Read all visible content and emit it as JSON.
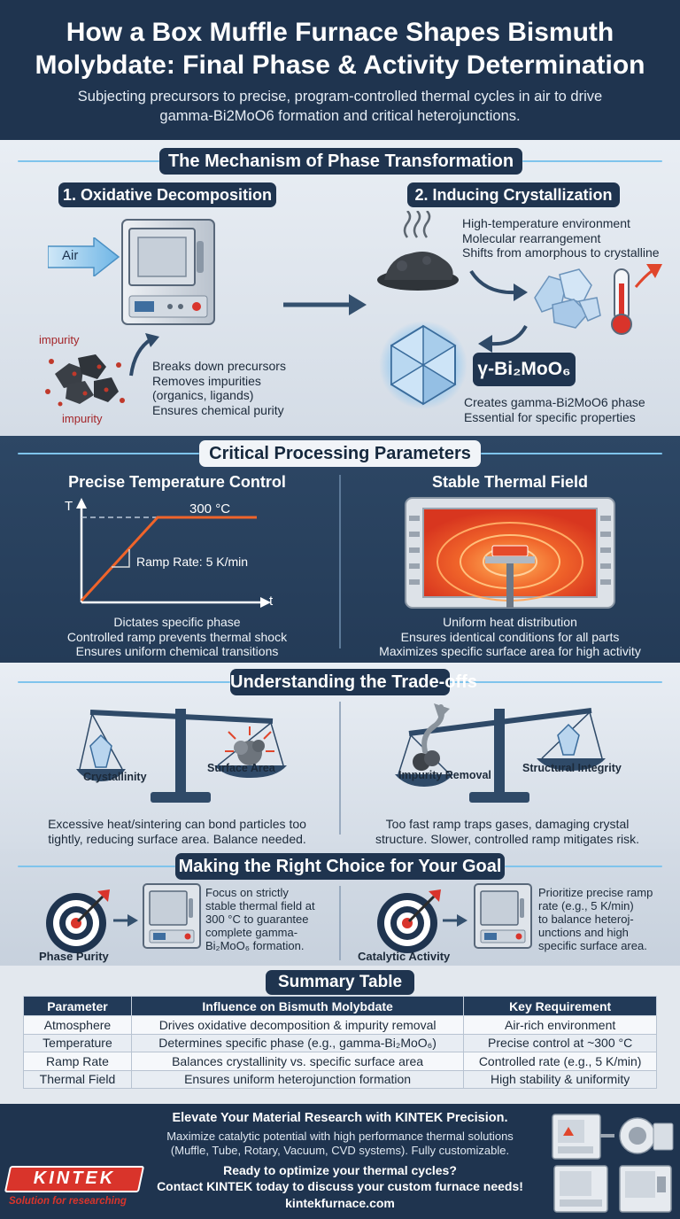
{
  "header": {
    "title_line1": "How a Box Muffle Furnace Shapes Bismuth",
    "title_line2": "Molybdate: Final Phase & Activity Determination",
    "subtitle_line1": "Subjecting precursors to precise, program-controlled thermal cycles in air to drive",
    "subtitle_line2": "gamma-Bi2MoO6 formation and critical heterojunctions."
  },
  "mechanism": {
    "title": "The Mechanism of Phase Transformation",
    "step1_title": "1. Oxidative Decomposition",
    "step2_title": "2. Inducing Crystallization",
    "air_label": "Air",
    "impurity_label": "impurity",
    "step1_points": [
      "Breaks down precursors",
      "Removes impurities",
      "(organics, ligands)",
      "Ensures chemical purity"
    ],
    "step2_points": [
      "High-temperature environment",
      "Molecular rearrangement",
      "Shifts from amorphous to crystalline"
    ],
    "product_formula": "γ-Bi₂MoO₆",
    "product_points": [
      "Creates gamma-Bi2MoO6 phase",
      "Essential for specific properties"
    ]
  },
  "parameters": {
    "title": "Critical Processing Parameters",
    "left_title": "Precise Temperature Control",
    "right_title": "Stable Thermal Field",
    "axis_t_upper": "T",
    "axis_t_lower": "t",
    "temp_label": "300 °C",
    "ramp_label": "Ramp Rate: 5 K/min",
    "left_points": [
      "Dictates specific phase",
      "Controlled ramp prevents thermal shock",
      "Ensures uniform chemical transitions"
    ],
    "right_points": [
      "Uniform heat distribution",
      "Ensures identical conditions for all parts",
      "Maximizes specific surface area for high activity"
    ]
  },
  "tradeoffs": {
    "title": "Understanding the Trade-offs",
    "left_scale_left": "Crystallinity",
    "left_scale_right": "Surface Area",
    "right_scale_left": "Impurity Removal",
    "right_scale_right": "Structural Integrity",
    "left_text": [
      "Excessive heat/sintering can bond particles too",
      "tightly, reducing surface area. Balance needed."
    ],
    "right_text": [
      "Too fast ramp traps gases, damaging crystal",
      "structure. Slower, controlled ramp mitigates risk."
    ]
  },
  "choice": {
    "title": "Making the Right Choice for Your Goal",
    "left_goal": "Phase Purity",
    "left_text": [
      "Focus on strictly",
      "stable thermal field at",
      "300 °C to guarantee",
      "complete gamma-",
      "Bi₂MoO₆ formation."
    ],
    "right_goal": "Catalytic Activity",
    "right_text": [
      "Prioritize precise ramp",
      "rate (e.g., 5 K/min)",
      "to balance heteroj-",
      "unctions and high",
      "specific surface area."
    ]
  },
  "summary": {
    "title": "Summary Table",
    "headers": [
      "Parameter",
      "Influence on Bismuth Molybdate",
      "Key Requirement"
    ],
    "rows": [
      [
        "Atmosphere",
        "Drives oxidative decomposition & impurity removal",
        "Air-rich environment"
      ],
      [
        "Temperature",
        "Determines specific phase (e.g., gamma-Bi₂MoO₆)",
        "Precise control at ~300 °C"
      ],
      [
        "Ramp Rate",
        "Balances crystallinity vs. specific surface area",
        "Controlled rate (e.g., 5 K/min)"
      ],
      [
        "Thermal Field",
        "Ensures uniform heterojunction formation",
        "High stability & uniformity"
      ]
    ]
  },
  "footer": {
    "brand": "KINTEK",
    "tagline": "Solution for researching",
    "headline": "Elevate Your Material Research with KINTEK Precision.",
    "desc_line1": "Maximize catalytic potential with high performance thermal solutions",
    "desc_line2": "(Muffle, Tube, Rotary, Vacuum, CVD systems). Fully customizable.",
    "cta_line1": "Ready to optimize your thermal cycles?",
    "cta_line2": "Contact KINTEK today to discuss your custom furnace needs!",
    "url": "kintekfurnace.com"
  },
  "colors": {
    "navy": "#1f344f",
    "accent_blue": "#5ab4e8",
    "accent_red": "#d9342b",
    "heat_orange": "#f0642a"
  }
}
